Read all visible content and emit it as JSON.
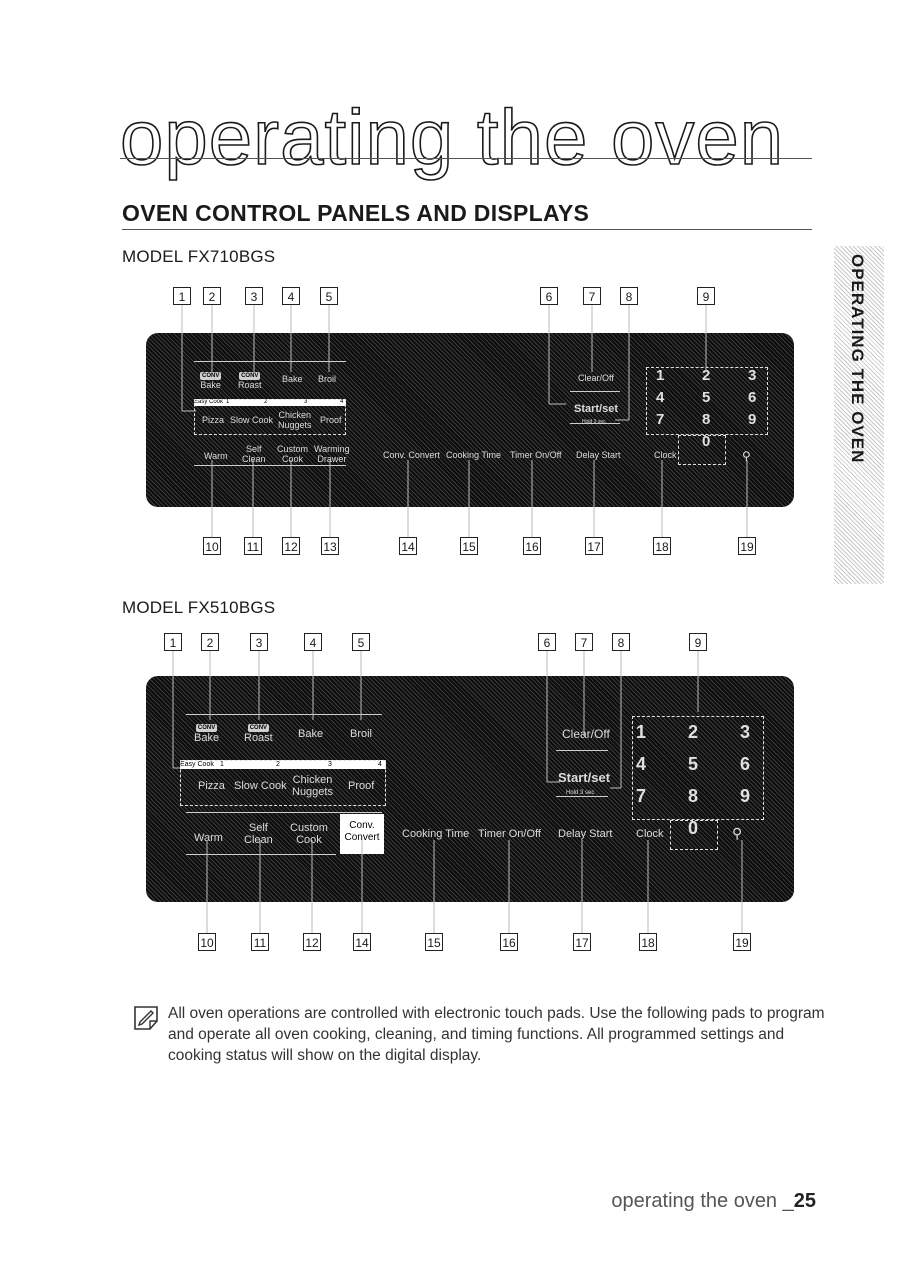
{
  "chapter_title": "operating the oven",
  "section_title": "OVEN CONTROL PANELS AND DISPLAYS",
  "side_tab": "OPERATING THE OVEN",
  "models": [
    {
      "label": "MODEL FX710BGS"
    },
    {
      "label": "MODEL FX510BGS"
    }
  ],
  "callouts_top": [
    "1",
    "2",
    "3",
    "4",
    "5",
    "6",
    "7",
    "8",
    "9"
  ],
  "callouts_bottom_a": [
    "10",
    "11",
    "12",
    "13",
    "14",
    "15",
    "16",
    "17",
    "18",
    "19"
  ],
  "callouts_bottom_b": [
    "10",
    "11",
    "12",
    "14",
    "15",
    "16",
    "17",
    "18",
    "19"
  ],
  "panel_labels": {
    "conv": "CONV",
    "bake": "Bake",
    "roast": "Roast",
    "broil": "Broil",
    "easy_cook": "Easy Cook",
    "ec1": "1",
    "ec2": "2",
    "ec3": "3",
    "ec4": "4",
    "pizza": "Pizza",
    "slow_cook": "Slow Cook",
    "chicken": "Chicken",
    "nuggets": "Nuggets",
    "proof": "Proof",
    "warm": "Warm",
    "self": "Self",
    "clean": "Clean",
    "custom": "Custom",
    "cook": "Cook",
    "warming": "Warming",
    "drawer": "Drawer",
    "conv_convert": "Conv. Convert",
    "conv_short": "Conv.",
    "convert": "Convert",
    "cooking_time": "Cooking Time",
    "timer_onoff": "Timer On/Off",
    "delay_start": "Delay Start",
    "clock": "Clock",
    "clear_off": "Clear/Off",
    "start_set": "Start/set",
    "hold": "Hold 3 sec",
    "keypad": [
      "1",
      "2",
      "3",
      "4",
      "5",
      "6",
      "7",
      "8",
      "9",
      "0"
    ]
  },
  "note_text": "All oven operations are controlled with electronic touch pads. Use the following pads to program and operate all oven cooking, cleaning, and timing functions. All programmed settings and cooking status will show on the digital display.",
  "footer_title": "operating the oven _",
  "page_number": "25"
}
